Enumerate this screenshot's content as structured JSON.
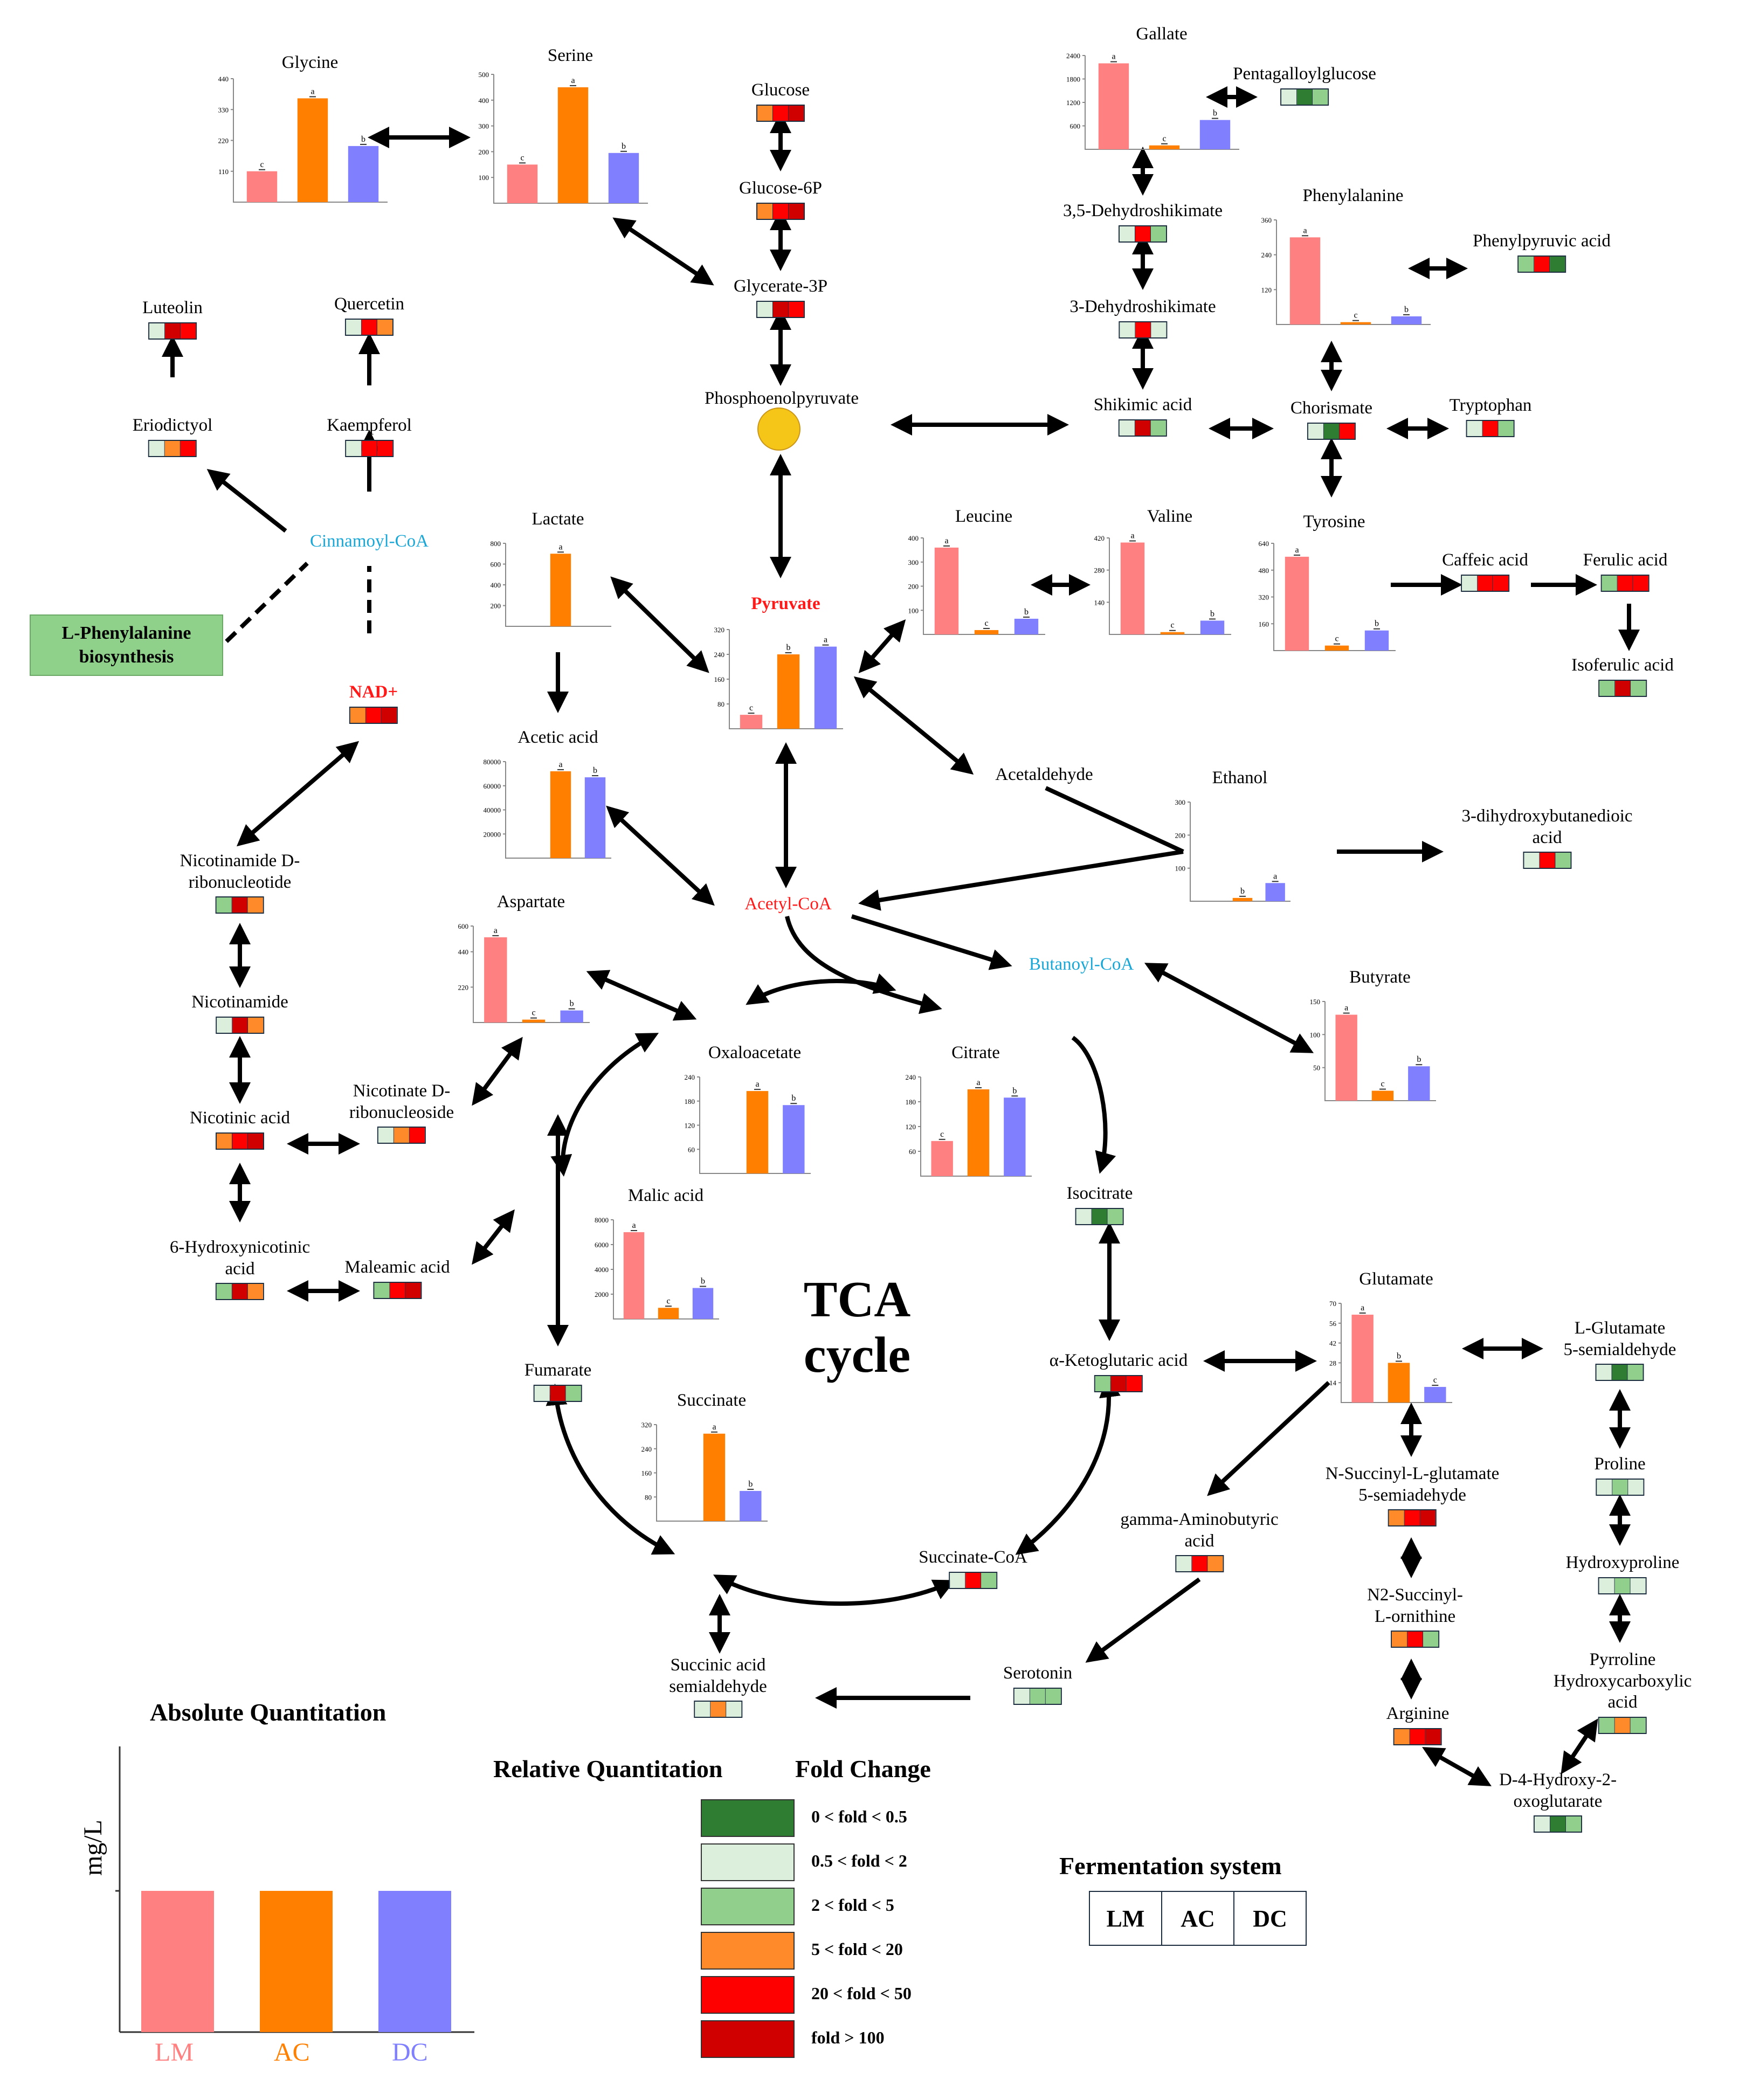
{
  "colors": {
    "LM": "#ff8080",
    "AC": "#ff8000",
    "DC": "#8080ff",
    "heat": {
      "g": "#2f7d32",
      "l": "#dcefdc",
      "m": "#90d08c",
      "o": "#ff8a2a",
      "r": "#ff0000",
      "d": "#d10000"
    }
  },
  "heatmap_nodes": [
    {
      "id": "glucose",
      "label": "Glucose",
      "heat": [
        "o",
        "r",
        "d"
      ]
    },
    {
      "id": "glucose6p",
      "label": "Glucose-6P",
      "heat": [
        "o",
        "r",
        "d"
      ]
    },
    {
      "id": "glycerate3p",
      "label": "Glycerate-3P",
      "heat": [
        "l",
        "d",
        "r"
      ]
    },
    {
      "id": "pentagalloyl",
      "label": "Pentagalloylglucose",
      "heat": [
        "l",
        "g",
        "m"
      ]
    },
    {
      "id": "dehydroshikimate35",
      "label": "3,5-Dehydroshikimate",
      "heat": [
        "l",
        "r",
        "m"
      ]
    },
    {
      "id": "dehydroshikimate3",
      "label": "3-Dehydroshikimate",
      "heat": [
        "l",
        "r",
        "l"
      ]
    },
    {
      "id": "shikimic",
      "label": "Shikimic acid",
      "heat": [
        "l",
        "d",
        "m"
      ]
    },
    {
      "id": "chorismate",
      "label": "Chorismate",
      "heat": [
        "l",
        "g",
        "r"
      ]
    },
    {
      "id": "tryptophan",
      "label": "Tryptophan",
      "heat": [
        "l",
        "r",
        "m"
      ]
    },
    {
      "id": "phenylpyruvic",
      "label": "Phenylpyruvic acid",
      "heat": [
        "m",
        "r",
        "g"
      ]
    },
    {
      "id": "luteolin",
      "label": "Luteolin",
      "heat": [
        "l",
        "d",
        "r"
      ]
    },
    {
      "id": "quercetin",
      "label": "Quercetin",
      "heat": [
        "l",
        "r",
        "o"
      ]
    },
    {
      "id": "eriodictyol",
      "label": "Eriodictyol",
      "heat": [
        "l",
        "o",
        "r"
      ]
    },
    {
      "id": "kaempferol",
      "label": "Kaempferol",
      "heat": [
        "l",
        "r",
        "r"
      ]
    },
    {
      "id": "nad",
      "label": "NAD+",
      "heat": [
        "o",
        "r",
        "d"
      ]
    },
    {
      "id": "caffeic",
      "label": "Caffeic acid",
      "heat": [
        "l",
        "r",
        "r"
      ]
    },
    {
      "id": "ferulic",
      "label": "Ferulic acid",
      "heat": [
        "m",
        "r",
        "r"
      ]
    },
    {
      "id": "isoferulic",
      "label": "Isoferulic acid",
      "heat": [
        "m",
        "d",
        "m"
      ]
    },
    {
      "id": "nicotinamide_rn",
      "label": "Nicotinamide D-\nribonucleotide",
      "heat": [
        "m",
        "d",
        "o"
      ]
    },
    {
      "id": "nicotinamide",
      "label": "Nicotinamide",
      "heat": [
        "l",
        "d",
        "o"
      ]
    },
    {
      "id": "nicotinic",
      "label": "Nicotinic acid",
      "heat": [
        "o",
        "r",
        "d"
      ]
    },
    {
      "id": "nicotinate_rns",
      "label": "Nicotinate D-\nribonucleoside",
      "heat": [
        "l",
        "o",
        "r"
      ]
    },
    {
      "id": "hydroxynicotinic",
      "label": "6-Hydroxynicotinic\nacid",
      "heat": [
        "m",
        "d",
        "o"
      ]
    },
    {
      "id": "maleamic",
      "label": "Maleamic acid",
      "heat": [
        "m",
        "r",
        "d"
      ]
    },
    {
      "id": "dihydroxybutanedioic",
      "label": "3-dihydroxybutanedioic\nacid",
      "heat": [
        "l",
        "r",
        "m"
      ]
    },
    {
      "id": "isocitrate",
      "label": "Isocitrate",
      "heat": [
        "l",
        "g",
        "m"
      ]
    },
    {
      "id": "fumarate",
      "label": "Fumarate",
      "heat": [
        "l",
        "d",
        "m"
      ]
    },
    {
      "id": "ketoglutaric",
      "label": "α-Ketoglutaric acid",
      "heat": [
        "m",
        "d",
        "r"
      ]
    },
    {
      "id": "succinatecoa",
      "label": "Succinate-CoA",
      "heat": [
        "l",
        "r",
        "m"
      ]
    },
    {
      "id": "gaba",
      "label": "gamma-Aminobutyric\nacid",
      "heat": [
        "l",
        "r",
        "o"
      ]
    },
    {
      "id": "succinic_semi",
      "label": "Succinic acid\nsemialdehyde",
      "heat": [
        "l",
        "o",
        "l"
      ]
    },
    {
      "id": "serotonin",
      "label": "Serotonin",
      "heat": [
        "l",
        "m",
        "m"
      ]
    },
    {
      "id": "nsuccinylglutamate",
      "label": "N-Succinyl-L-glutamate\n5-semiadehyde",
      "heat": [
        "o",
        "r",
        "d"
      ]
    },
    {
      "id": "n2succinyl",
      "label": "N2-Succinyl-\nL-ornithine",
      "heat": [
        "o",
        "r",
        "m"
      ]
    },
    {
      "id": "arginine",
      "label": "Arginine",
      "heat": [
        "o",
        "r",
        "d"
      ]
    },
    {
      "id": "lglutamate_semi",
      "label": "L-Glutamate\n5-semialdehyde",
      "heat": [
        "l",
        "g",
        "m"
      ]
    },
    {
      "id": "proline",
      "label": "Proline",
      "heat": [
        "l",
        "m",
        "l"
      ]
    },
    {
      "id": "hydroxyproline",
      "label": "Hydroxyproline",
      "heat": [
        "l",
        "m",
        "l"
      ]
    },
    {
      "id": "pyrroline",
      "label": "Pyrroline\nHydroxycarboxylic acid",
      "heat": [
        "m",
        "o",
        "m"
      ]
    },
    {
      "id": "d4hydroxy",
      "label": "D-4-Hydroxy-2-\noxoglutarate",
      "heat": [
        "l",
        "g",
        "m"
      ]
    }
  ],
  "label_nodes": [
    {
      "id": "pep",
      "label": "Phosphoenolpyruvate"
    },
    {
      "id": "cinnamoyl",
      "label": "Cinnamoyl-CoA"
    },
    {
      "id": "acetylcoa",
      "label": "Acetyl-CoA"
    },
    {
      "id": "butanoyl",
      "label": "Butanoyl-CoA"
    },
    {
      "id": "acetaldehyde",
      "label": "Acetaldehyde"
    }
  ],
  "lphe_box": "L-Phenylalanine\nbiosynthesis",
  "tca_label": "TCA\ncycle",
  "chart_data": [
    {
      "type": "bar",
      "title": "Glycine",
      "categories": [
        "LM",
        "AC",
        "DC"
      ],
      "values": [
        110,
        370,
        200
      ],
      "letters": [
        "c",
        "a",
        "b"
      ],
      "ylim": [
        0,
        440
      ],
      "ticks": [
        "440",
        "330",
        "220",
        "110"
      ]
    },
    {
      "type": "bar",
      "title": "Serine",
      "categories": [
        "LM",
        "AC",
        "DC"
      ],
      "values": [
        150,
        450,
        195
      ],
      "letters": [
        "c",
        "a",
        "b"
      ],
      "ylim": [
        0,
        500
      ],
      "ticks": [
        "500",
        "400",
        "300",
        "200",
        "100"
      ]
    },
    {
      "type": "bar",
      "title": "Gallate",
      "categories": [
        "LM",
        "AC",
        "DC"
      ],
      "values": [
        2200,
        100,
        750
      ],
      "letters": [
        "a",
        "c",
        "b"
      ],
      "ylim": [
        0,
        2400
      ],
      "ticks": [
        "2400",
        "1800",
        "1200",
        "600"
      ]
    },
    {
      "type": "bar",
      "title": "Phenylalanine",
      "categories": [
        "LM",
        "AC",
        "DC"
      ],
      "values": [
        300,
        8,
        28
      ],
      "letters": [
        "a",
        "c",
        "b"
      ],
      "ylim": [
        0,
        360
      ],
      "ticks": [
        "360",
        "240",
        "120"
      ]
    },
    {
      "type": "bar",
      "title": "Lactate",
      "categories": [
        "LM",
        "AC",
        "DC"
      ],
      "values": [
        0,
        700,
        0
      ],
      "letters": [
        "",
        "a",
        ""
      ],
      "ylim": [
        0,
        800
      ],
      "ticks": [
        "800",
        "600",
        "400",
        "200"
      ]
    },
    {
      "type": "bar",
      "title": "Pyruvate",
      "categories": [
        "LM",
        "AC",
        "DC"
      ],
      "values": [
        45,
        240,
        265
      ],
      "letters": [
        "c",
        "b",
        "a"
      ],
      "ylim": [
        0,
        320
      ],
      "ticks": [
        "320",
        "240",
        "160",
        "80"
      ]
    },
    {
      "type": "bar",
      "title": "Leucine",
      "categories": [
        "LM",
        "AC",
        "DC"
      ],
      "values": [
        360,
        18,
        65
      ],
      "letters": [
        "a",
        "c",
        "b"
      ],
      "ylim": [
        0,
        400
      ],
      "ticks": [
        "400",
        "300",
        "200",
        "100"
      ]
    },
    {
      "type": "bar",
      "title": "Valine",
      "categories": [
        "LM",
        "AC",
        "DC"
      ],
      "values": [
        400,
        10,
        60
      ],
      "letters": [
        "a",
        "c",
        "b"
      ],
      "ylim": [
        0,
        420
      ],
      "ticks": [
        "420",
        "280",
        "140"
      ]
    },
    {
      "type": "bar",
      "title": "Tyrosine",
      "categories": [
        "LM",
        "AC",
        "DC"
      ],
      "values": [
        560,
        30,
        120
      ],
      "letters": [
        "a",
        "c",
        "b"
      ],
      "ylim": [
        0,
        640
      ],
      "ticks": [
        "640",
        "480",
        "320",
        "160"
      ]
    },
    {
      "type": "bar",
      "title": "Acetic acid",
      "categories": [
        "LM",
        "AC",
        "DC"
      ],
      "values": [
        0,
        72000,
        67000
      ],
      "letters": [
        "",
        "a",
        "b"
      ],
      "ylim": [
        0,
        80000
      ],
      "ticks": [
        "80000",
        "60000",
        "40000",
        "20000"
      ]
    },
    {
      "type": "bar",
      "title": "Ethanol",
      "categories": [
        "LM",
        "AC",
        "DC"
      ],
      "values": [
        0,
        10,
        55
      ],
      "letters": [
        "",
        "b",
        "a"
      ],
      "ylim": [
        0,
        300
      ],
      "ticks": [
        "300",
        "200",
        "100"
      ]
    },
    {
      "type": "bar",
      "title": "Aspartate",
      "categories": [
        "LM",
        "AC",
        "DC"
      ],
      "values": [
        530,
        18,
        75
      ],
      "letters": [
        "a",
        "c",
        "b"
      ],
      "ylim": [
        0,
        600
      ],
      "ticks": [
        "600",
        "440",
        "220"
      ]
    },
    {
      "type": "bar",
      "title": "Oxaloacetate",
      "categories": [
        "LM",
        "AC",
        "DC"
      ],
      "values": [
        0,
        205,
        170
      ],
      "letters": [
        "",
        "a",
        "b"
      ],
      "ylim": [
        0,
        240
      ],
      "ticks": [
        "240",
        "180",
        "120",
        "60"
      ]
    },
    {
      "type": "bar",
      "title": "Citrate",
      "categories": [
        "LM",
        "AC",
        "DC"
      ],
      "values": [
        85,
        210,
        190
      ],
      "letters": [
        "c",
        "a",
        "b"
      ],
      "ylim": [
        0,
        240
      ],
      "ticks": [
        "240",
        "180",
        "120",
        "60"
      ]
    },
    {
      "type": "bar",
      "title": "Butyrate",
      "categories": [
        "LM",
        "AC",
        "DC"
      ],
      "values": [
        130,
        15,
        52
      ],
      "letters": [
        "a",
        "c",
        "b"
      ],
      "ylim": [
        0,
        150
      ],
      "ticks": [
        "150",
        "100",
        "50"
      ]
    },
    {
      "type": "bar",
      "title": "Malic acid",
      "categories": [
        "LM",
        "AC",
        "DC"
      ],
      "values": [
        7000,
        900,
        2500
      ],
      "letters": [
        "a",
        "c",
        "b"
      ],
      "ylim": [
        0,
        8000
      ],
      "ticks": [
        "8000",
        "6000",
        "4000",
        "2000"
      ]
    },
    {
      "type": "bar",
      "title": "Glutamate",
      "categories": [
        "LM",
        "AC",
        "DC"
      ],
      "values": [
        62,
        28,
        11
      ],
      "letters": [
        "a",
        "b",
        "c"
      ],
      "ylim": [
        0,
        70
      ],
      "ticks": [
        "70",
        "56",
        "42",
        "28",
        "14"
      ]
    },
    {
      "type": "bar",
      "title": "Succinate",
      "categories": [
        "LM",
        "AC",
        "DC"
      ],
      "values": [
        0,
        290,
        100
      ],
      "letters": [
        "",
        "a",
        "b"
      ],
      "ylim": [
        0,
        320
      ],
      "ticks": [
        "320",
        "240",
        "160",
        "80"
      ]
    }
  ],
  "legend": {
    "absolute_title": "Absolute Quantitation",
    "absolute_ylabel": "mg/L",
    "absolute_cats": [
      "LM",
      "AC",
      "DC"
    ],
    "relative_title": "Relative Quantitation",
    "fold_title": "Fold Change",
    "fold_items": [
      {
        "color": "#2f7d32",
        "text": "0 < fold < 0.5"
      },
      {
        "color": "#dcefdc",
        "text": "0.5 < fold < 2"
      },
      {
        "color": "#90d08c",
        "text": "2 < fold < 5"
      },
      {
        "color": "#ff8a2a",
        "text": "5 < fold < 20"
      },
      {
        "color": "#ff0000",
        "text": "20 < fold < 50"
      },
      {
        "color": "#d10000",
        "text": "fold > 100"
      }
    ],
    "fermentation_title": "Fermentation system",
    "fermentation_cells": [
      "LM",
      "AC",
      "DC"
    ]
  }
}
